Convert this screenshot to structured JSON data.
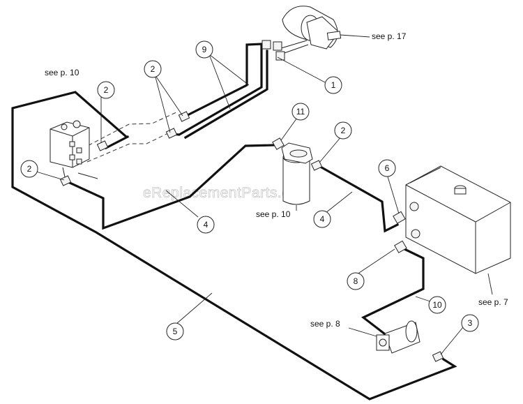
{
  "watermark": "eReplacementParts.com",
  "refs": {
    "p17": "see p. 17",
    "p10_valve": "see p. 10",
    "p10_filter": "see p. 10",
    "p7": "see p. 7",
    "p8": "see p. 8"
  },
  "callouts": {
    "c1": "1",
    "c2_valve": "2",
    "c2_left": "2",
    "c2_mid": "2",
    "c2_filter": "2",
    "c3": "3",
    "c4_left": "4",
    "c4_right": "4",
    "c5": "5",
    "c6": "6",
    "c8": "8",
    "c9": "9",
    "c10": "10",
    "c11": "11"
  }
}
